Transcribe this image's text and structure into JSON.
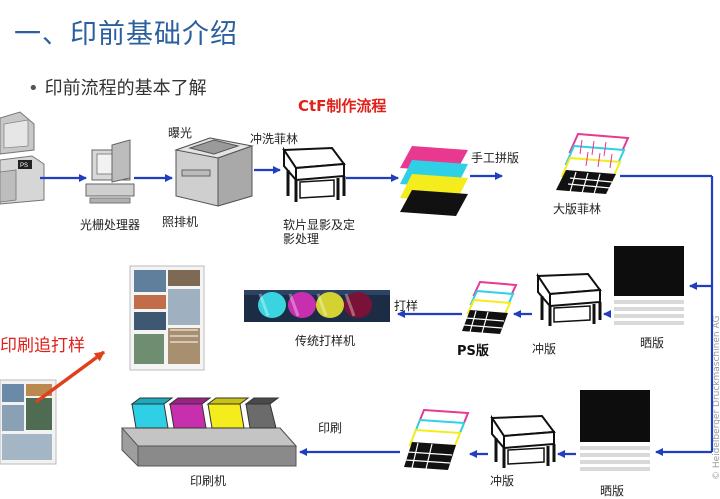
{
  "slide": {
    "title": "一、印前基础介绍",
    "bullet": "印前流程的基本了解",
    "diagram_title": "CtF制作流程"
  },
  "labels": {
    "exposure": "曝光",
    "develop_film": "冲洗菲林",
    "rip": "光栅处理器",
    "imagesetter": "照排机",
    "film_process_line1": "软片显影及定",
    "film_process_line2": "影处理",
    "stripping": "手工拼版",
    "large_film": "大版菲林",
    "proofing": "打样",
    "ps_plate": "PS版",
    "develop_plate": "冲版",
    "plate_exposure": "晒版",
    "trad_proofer": "传统打样机",
    "print_chase": "印刷追打样",
    "printing": "印刷",
    "press": "印刷机",
    "develop_plate_2": "冲版",
    "plate_exposure_2": "晒版"
  },
  "watermark": "© Heidelberger Druckmaschinen AG",
  "ps_badge": "PS",
  "colors": {
    "title_blue": "#2b5f9e",
    "accent_red": "#e0201b",
    "arrow_blue": "#1f3fbf",
    "magenta": "#e8388f",
    "cyan": "#2fd0e6",
    "yellow": "#f4ec1c",
    "black": "#111111"
  }
}
